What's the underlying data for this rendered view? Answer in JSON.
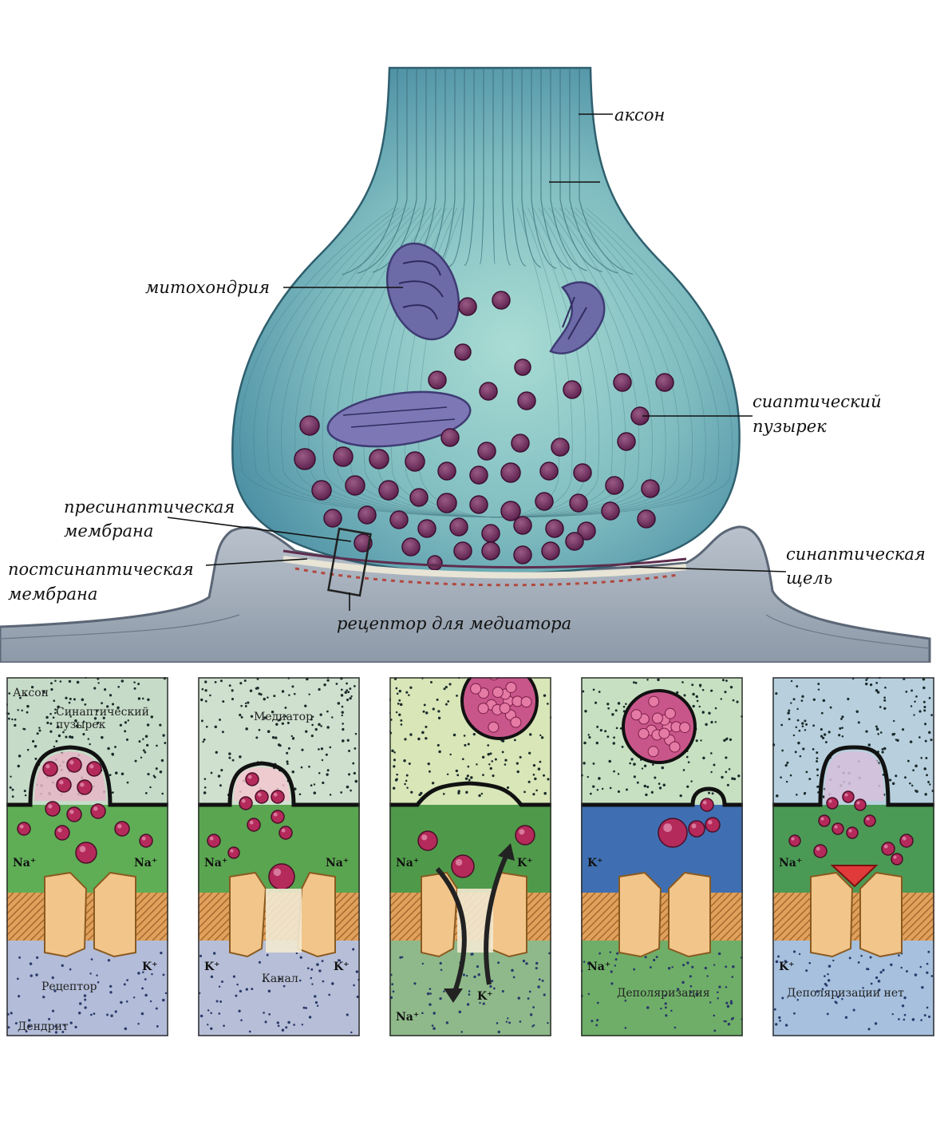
{
  "top": {
    "labels": {
      "axon": "аксон",
      "mitochondrion": "митохондрия",
      "vesicle_line1": "сиаптический",
      "vesicle_line2": "пузырек",
      "presyn_line1": "пресинаптическая",
      "presyn_line2": "мембрана",
      "postsyn_line1": "постсинаптическая",
      "postsyn_line2": "мембрана",
      "cleft_line1": "синаптическая",
      "cleft_line2": "щель",
      "receptor": "рецептор для медиатора"
    },
    "colors": {
      "terminal": "#7fbcc0",
      "vesicle": "#6a2e5a",
      "mitochondrion": "#6d6aa8",
      "dendrite": "#9aa8b8"
    }
  },
  "panels": [
    {
      "axon": "Аксон",
      "vesicle_line1": "Синаптический",
      "vesicle_line2": "пузырек",
      "ion_left": "Na⁺",
      "ion_right": "Na⁺",
      "ion_bottom_right": "K⁺",
      "receptor": "Рецептор",
      "dendrite": "Дендрит"
    },
    {
      "mediator": "Медиатор",
      "ion_left": "Na⁺",
      "ion_right": "Na⁺",
      "ion_bottom_left": "K⁺",
      "ion_bottom_right": "K⁺",
      "channel": "Канал"
    },
    {
      "ion_left": "Na⁺",
      "ion_right": "K⁺",
      "ion_bottom_left": "Na⁺",
      "ion_bottom_right": "K⁺"
    },
    {
      "ion_left": "K⁺",
      "ion_bottom_left": "Na⁺",
      "caption": "Деполяризация"
    },
    {
      "ion_left": "Na⁺",
      "ion_bottom_left": "K⁺",
      "caption": "Деполяризации нет"
    }
  ]
}
